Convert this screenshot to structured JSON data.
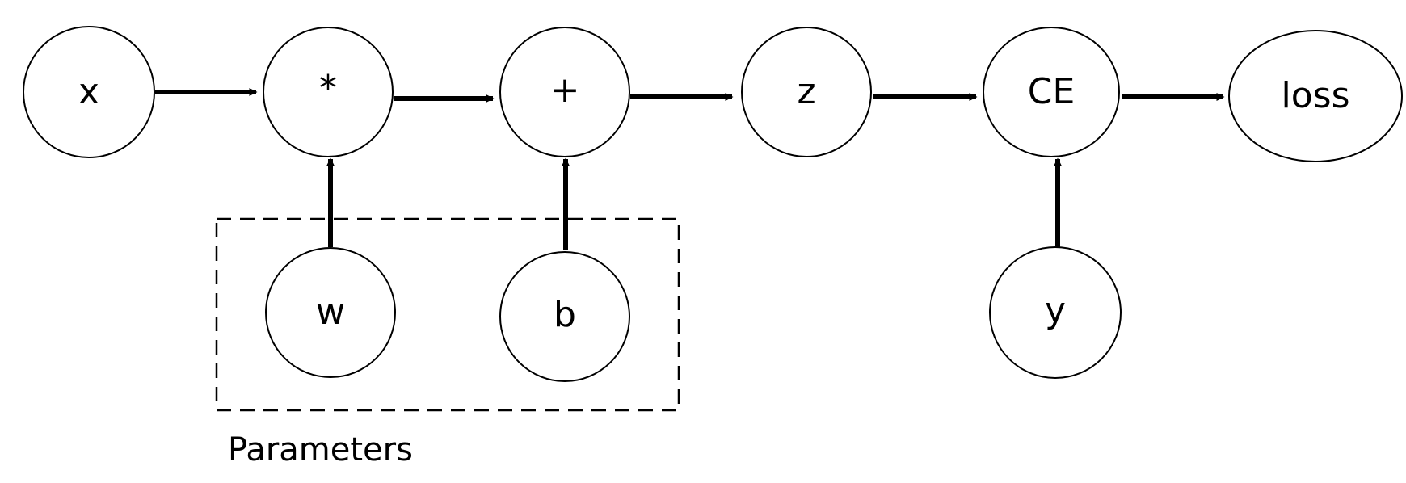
{
  "diagram": {
    "nodes": {
      "x": "x",
      "mul": "*",
      "add": "+",
      "z": "z",
      "ce": "CE",
      "loss": "loss",
      "w": "w",
      "b": "b",
      "y": "y"
    },
    "group_label": "Parameters",
    "edges": [
      {
        "from": "x",
        "to": "*"
      },
      {
        "from": "*",
        "to": "+"
      },
      {
        "from": "+",
        "to": "z"
      },
      {
        "from": "z",
        "to": "CE"
      },
      {
        "from": "CE",
        "to": "loss"
      },
      {
        "from": "w",
        "to": "*"
      },
      {
        "from": "b",
        "to": "+"
      },
      {
        "from": "y",
        "to": "CE"
      }
    ]
  }
}
